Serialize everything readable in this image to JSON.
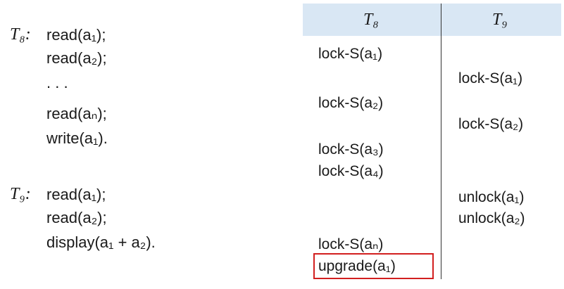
{
  "transactions": {
    "t8_label": "T₈:",
    "t8_steps": [
      "read(a₁);",
      "read(a₂);",
      ". . .",
      "read(aₙ);",
      "write(a₁)."
    ],
    "t9_label": "T₉:",
    "t9_steps": [
      "read(a₁);",
      "read(a₂);",
      "display(a₁ + a₂)."
    ]
  },
  "schedule": {
    "header_t8": "T₈",
    "header_t9": "T₉",
    "t8_ops": [
      "lock-S(a₁)",
      "lock-S(a₂)",
      "lock-S(a₃)",
      "lock-S(a₄)",
      "lock-S(aₙ)",
      "upgrade(a₁)"
    ],
    "t9_ops": [
      "lock-S(a₁)",
      "lock-S(a₂)",
      "unlock(a₁)",
      "unlock(a₂)"
    ],
    "highlight_color": "#d21f1f",
    "header_color": "#d9e7f4"
  }
}
